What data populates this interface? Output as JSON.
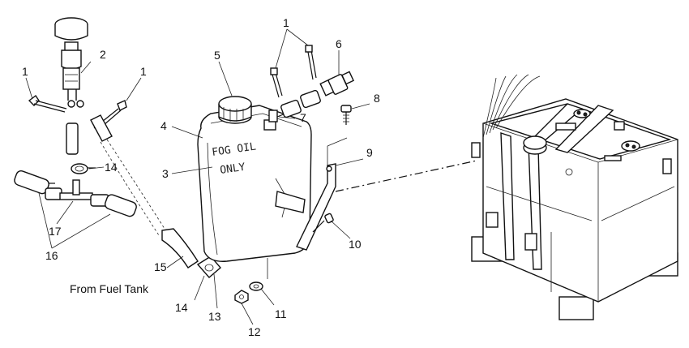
{
  "callouts": {
    "c1a": "1",
    "c1b": "1",
    "c1c": "1",
    "c2": "2",
    "c3": "3",
    "c4": "4",
    "c5": "5",
    "c6": "6",
    "c7": "7",
    "c8": "8",
    "c9": "9",
    "c10": "10",
    "c11": "11",
    "c12": "12",
    "c13": "13",
    "c14a": "14",
    "c14b": "14",
    "c15": "15",
    "c16": "16",
    "c17": "17"
  },
  "caption": "From Fuel Tank",
  "tank_label": {
    "line1": "FOG OIL",
    "line2": "ONLY"
  }
}
